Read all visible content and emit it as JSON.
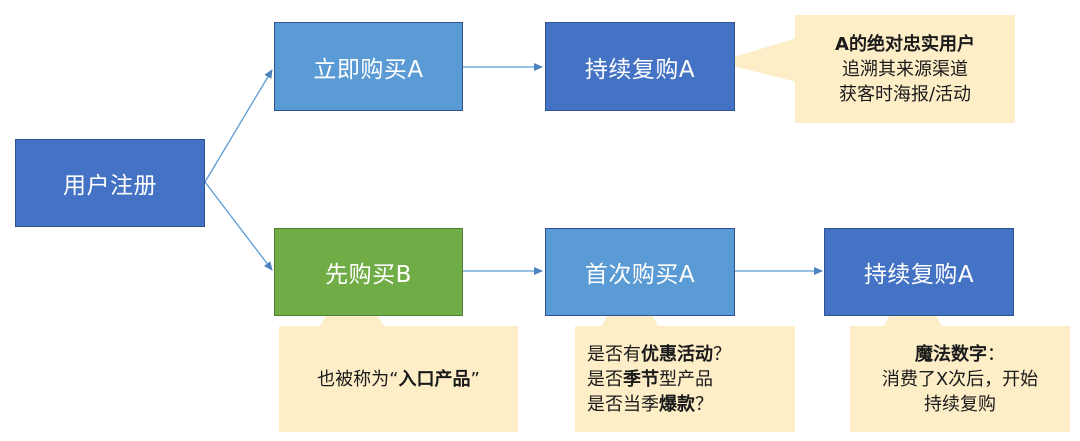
{
  "colors": {
    "dark_blue": "#4472c4",
    "light_blue": "#5b9bd5",
    "green": "#70ad47",
    "callout_fill": "#fdeec8",
    "arrow": "#5b9bd5"
  },
  "nodes": {
    "register": "用户注册",
    "buy_a_now": "立即购买A",
    "repurchase_a_top": "持续复购A",
    "buy_b_first": "先购买B",
    "first_buy_a": "首次购买A",
    "repurchase_a_bottom": "持续复购A"
  },
  "callouts": {
    "loyal": {
      "title": "A的绝对忠实用户",
      "line2": "追溯其来源渠道",
      "line3": "获客时海报/活动"
    },
    "entry": {
      "prefix": "也被称为“",
      "bold": "入口产品",
      "suffix": "”"
    },
    "questions": {
      "l1_prefix": "是否有",
      "l1_bold": "优惠活动",
      "l1_suffix": "？",
      "l2_prefix": "是否",
      "l2_bold": "季节",
      "l2_suffix": "型产品",
      "l3_prefix": "是否当季",
      "l3_bold": "爆款",
      "l3_suffix": "？"
    },
    "magic": {
      "bold": "魔法数字",
      "title_suffix": "：",
      "line2": "消费了X次后，开始",
      "line3": "持续复购"
    }
  }
}
